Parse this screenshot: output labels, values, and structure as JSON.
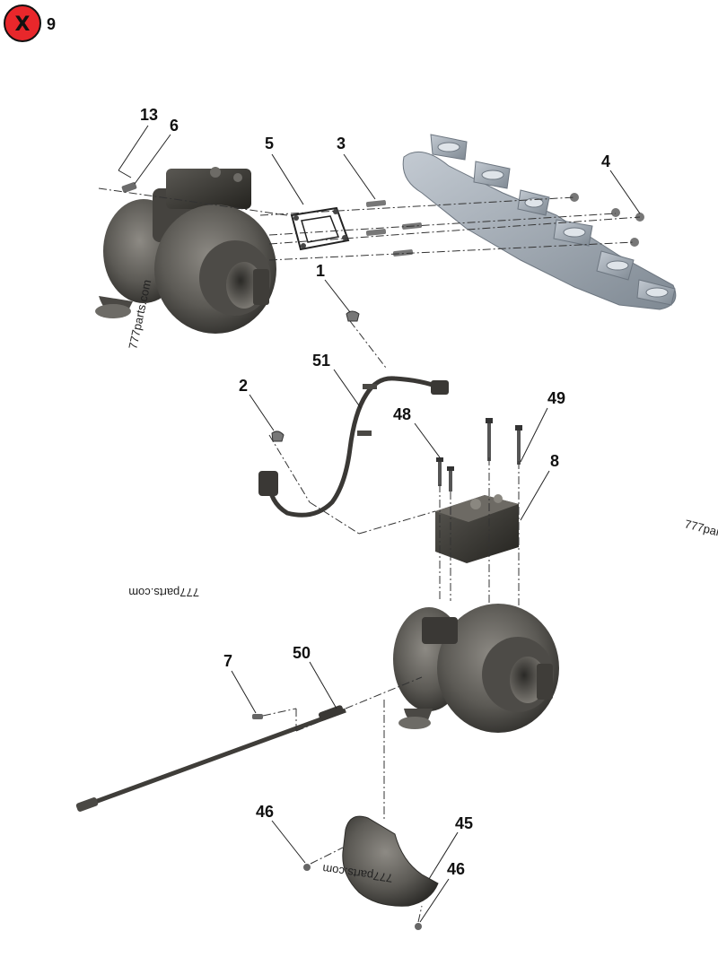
{
  "badge": {
    "symbol": "X",
    "number": "9",
    "color": "#e8272b"
  },
  "callouts": {
    "c13": "13",
    "c6": "6",
    "c5": "5",
    "c3": "3",
    "c4": "4",
    "c1": "1",
    "c51": "51",
    "c2": "2",
    "c48": "48",
    "c49": "49",
    "c8": "8",
    "c7": "7",
    "c50": "50",
    "c46a": "46",
    "c45": "45",
    "c46b": "46"
  },
  "watermarks": {
    "w1": "777parts.com",
    "w2": "777parts.com",
    "w3": "777parts.com",
    "w4": "777part"
  },
  "colors": {
    "turbo": "#5c5a55",
    "turbo_light": "#8a8780",
    "manifold": "#9aa3ad",
    "manifold_light": "#c3cad2",
    "actuator": "#3a3835",
    "hardware": "#6b6b6b"
  }
}
